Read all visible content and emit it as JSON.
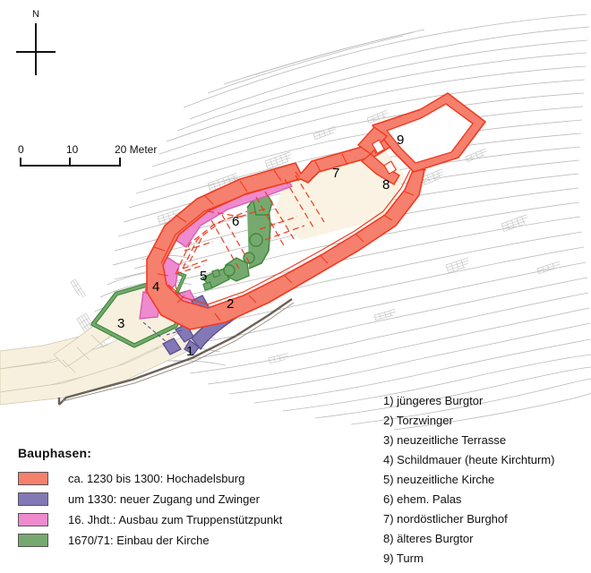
{
  "map": {
    "north_label": "N",
    "scale": {
      "ticks": [
        "0",
        "10",
        "20 Meter"
      ],
      "min": 0,
      "max": 20,
      "unit": "Meter"
    },
    "area_numbers": [
      "1",
      "2",
      "3",
      "4",
      "5",
      "6",
      "7",
      "8",
      "9"
    ]
  },
  "phases_legend": {
    "title": "Bauphasen:",
    "items": [
      {
        "color": "#f5806d",
        "label": "ca. 1230 bis 1300: Hochadelsburg"
      },
      {
        "color": "#8378b6",
        "label": "um 1330: neuer Zugang und Zwinger"
      },
      {
        "color": "#ee8ace",
        "label": "16. Jhdt.: Ausbau zum Truppenstützpunkt"
      },
      {
        "color": "#76a96f",
        "label": "1670/71: Einbau der Kirche"
      }
    ]
  },
  "key_legend": {
    "items": [
      "1) jüngeres Burgtor",
      "2) Torzwinger",
      "3) neuzeitliche Terrasse",
      "4) Schildmauer (heute Kirchturm)",
      "5) neuzeitliche Kirche",
      "6) ehem. Palas",
      "7) nordöstlicher Burghof",
      "8) älteres Burgtor",
      "9) Turm"
    ]
  },
  "colors": {
    "phase_red": "#f5806d",
    "phase_red_stroke": "#ef3b22",
    "phase_purple": "#8378b6",
    "phase_purple_stroke": "#5b5190",
    "phase_pink": "#ee8ace",
    "phase_pink_stroke": "#d95fb2",
    "phase_green": "#76a96f",
    "phase_green_stroke": "#3f8a3c",
    "courtyard_fill": "#faf3e3",
    "terrain_fill": "#f7f0de",
    "contour_line": "#b9b9b9",
    "retaining_wall": "#6b6258",
    "background": "#ffffff"
  }
}
